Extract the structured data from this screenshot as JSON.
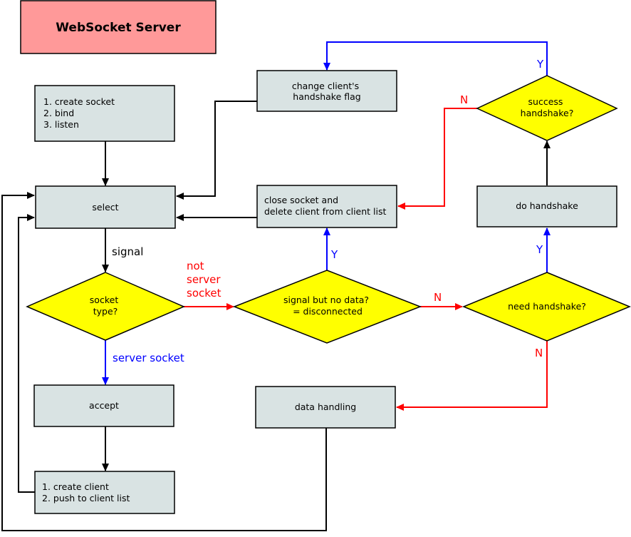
{
  "title": "WebSocket Server",
  "nodes": {
    "init": [
      "1. create socket",
      "2. bind",
      "3. listen"
    ],
    "select": "select",
    "change_flag": [
      "change client's",
      "handshake flag"
    ],
    "close_socket": [
      "close socket and",
      "delete client from client list"
    ],
    "socket_type": [
      "socket",
      "type?"
    ],
    "signal_no_data": [
      "signal but no data?",
      "= disconnected"
    ],
    "need_handshake": "need handshake?",
    "do_handshake": "do handshake",
    "success_handshake": [
      "success",
      "handshake?"
    ],
    "accept": "accept",
    "create_client": [
      "1. create client",
      "2. push to client list"
    ],
    "data_handling": "data handling"
  },
  "labels": {
    "signal": "signal",
    "not_server_socket": [
      "not",
      "server",
      "socket"
    ],
    "server_socket": "server socket",
    "y": "Y",
    "n": "N"
  },
  "colors": {
    "title_fill": "#ff9999",
    "box_fill": "#d9e3e3",
    "diamond_fill": "#ffff00",
    "edge_default": "#000000",
    "edge_yes": "#0000ff",
    "edge_no": "#ff0000"
  }
}
